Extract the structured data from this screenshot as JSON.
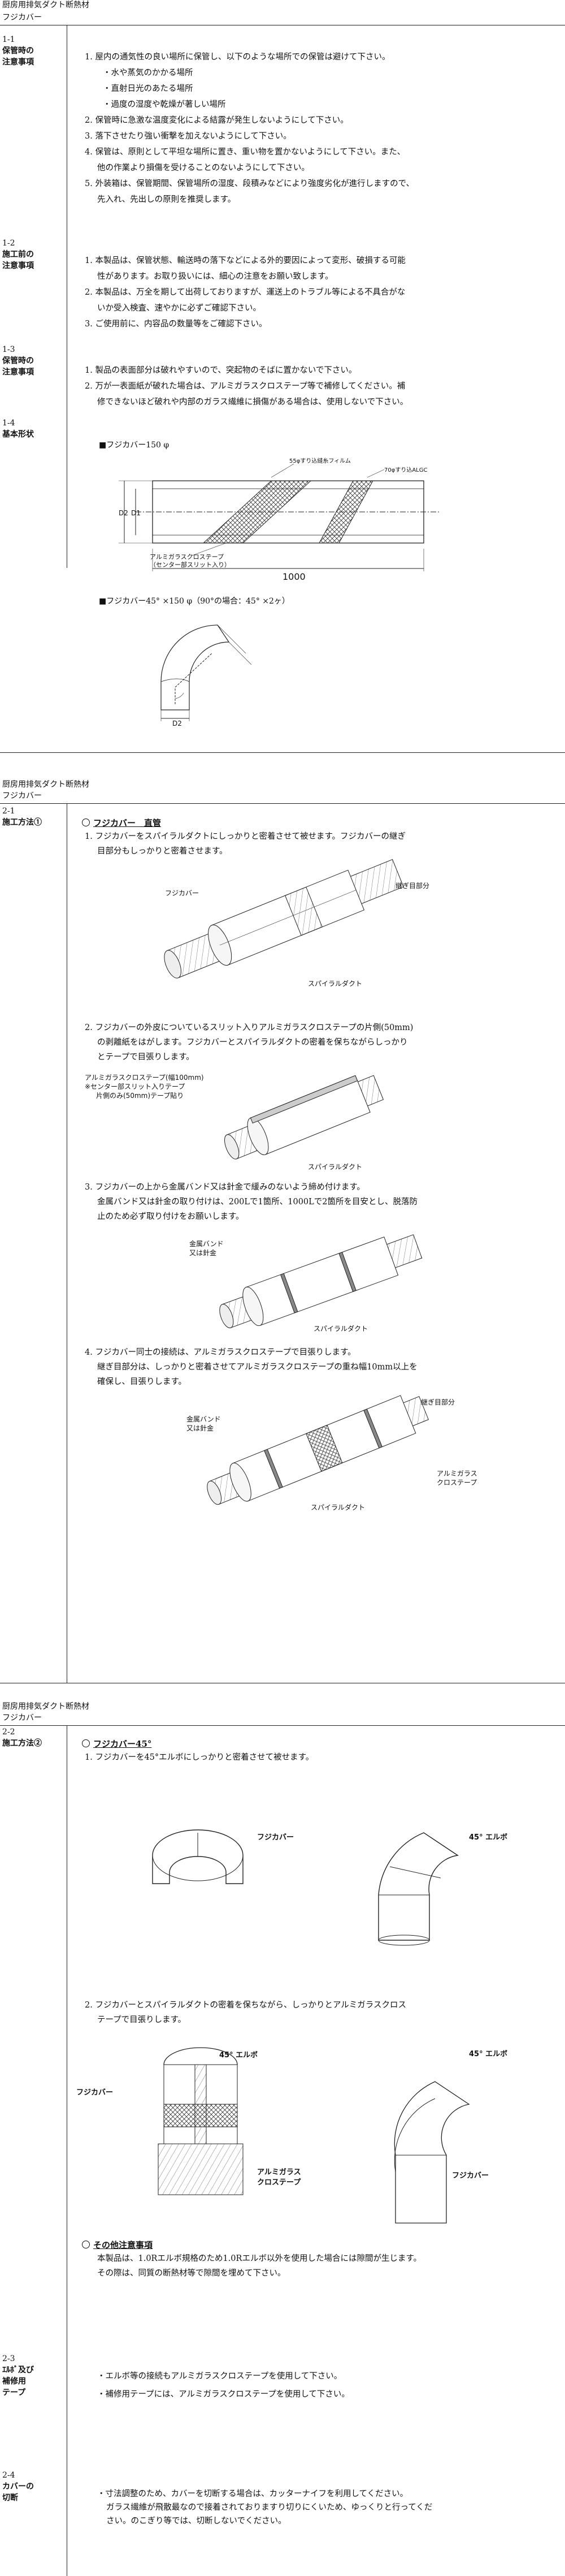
{
  "p1": {
    "title": "厨房用排気ダクト断熱材",
    "product": "フジカバー",
    "s1_num": "1-1",
    "s1_title": "保管時の\n注意事項",
    "s1_items": [
      "1. 屋内の通気性の良い場所に保管し、以下のような場所での保管は避けて下さい。",
      "2. 保管時に急激な温度変化による結露が発生しないようにして下さい。",
      "3. 落下させたり強い衝撃を加えないようにして下さい。",
      "4. 保管は、原則として平坦な場所に置き、重い物を置かないようにして下さい。また、",
      "5. 外装箱は、保管期間、保管場所の湿度、段積みなどにより強度劣化が進行しますので、"
    ],
    "s1_sub": [
      "・水や蒸気のかかる場所",
      "・直射日光のあたる場所",
      "・過度の湿度や乾燥が著しい場所"
    ],
    "s1_cont4": "他の作業より損傷を受けることのないようにして下さい。",
    "s1_cont5": "先入れ、先出しの原則を推奨します。",
    "s2_num": "1-2",
    "s2_title": "施工前の\n注意事項",
    "s2_items": [
      "1. 本製品は、保管状態、輸送時の落下などによる外的要因によって変形、破損する可能",
      "2. 本製品は、万全を期して出荷しておりますが、運送上のトラブル等による不具合がな",
      "3. ご使用前に、内容品の数量等をご確認下さい。"
    ],
    "s2_cont1": "性があります。お取り扱いには、細心の注意をお願い致します。",
    "s2_cont2": "いか受入検査、速やかに必ずご確認下さい。",
    "s3_num": "1-3",
    "s3_title": "保管時の\n注意事項",
    "s3_items": [
      "1. 製品の表面部分は破れやすいので、突起物のそばに置かないで下さい。",
      "2. 万が一表面紙が破れた場合は、アルミガラスクロステープ等で補修してください。補"
    ],
    "s3_cont2": "修できないほど破れや内部のガラス繊維に損傷がある場合は、使用しないで下さい。",
    "s4_num": "1-4",
    "s4_title": "基本形状",
    "fig1_caption": "■フジカバー150 φ",
    "fig1_top_label": "55φすり込縫糸フィルム",
    "fig1_top_label2": "70φすり込ALGC",
    "fig1_d2": "D2",
    "fig1_d1": "D1",
    "fig1_tape": "アルミガラスクロステープ",
    "fig1_tape2": "（センター部スリット入り）",
    "fig1_len": "1000",
    "fig2_caption": "■フジカバー45° ×150 φ（90°の場合：45° ×2ヶ）",
    "fig2_d2": "D2"
  },
  "p2": {
    "title": "厨房用排気ダクト断熱材",
    "product": "フジカバー",
    "s_num": "2-1",
    "s_title": "施工方法①",
    "heading": "フジカバー　直管",
    "step1a": "1. フジカバーをスパイラルダクトにしっかりと密着させて被せます。フジカバーの継ぎ",
    "step1b": "目部分もしっかりと密着させます。",
    "step1_lbl_cover": "フジカバー",
    "step1_lbl_joint": "継ぎ目部分",
    "step1_lbl_duct": "スパイラルダクト",
    "step2a": "2. フジカバーの外皮についているスリット入りアルミガラスクロステープの片側(50mm)",
    "step2b": "の剥離紙をはがします。フジカバーとスパイラルダクトの密着を保ちながらしっかり",
    "step2c": "とテープで目張りします。",
    "step2_lbl1": "アルミガラスクロステープ(幅100mm)",
    "step2_lbl2": "※センター部スリット入りテープ",
    "step2_lbl3": "片側のみ(50mm)テープ貼り",
    "step2_lbl_duct": "スパイラルダクト",
    "step3a": "3. フジカバーの上から金属バンド又は針金で緩みのないよう締め付けます。",
    "step3b": "金属バンド又は針金の取り付けは、200Lで1箇所、1000Lで2箇所を目安とし、脱落防",
    "step3c": "止のため必ず取り付けをお願いします。",
    "step3_lbl1": "金属バンド",
    "step3_lbl2": "又は針金",
    "step3_lbl_duct": "スパイラルダクト",
    "step4a": "4. フジカバー同士の接続は、アルミガラスクロステープで目張りします。",
    "step4b": "継ぎ目部分は、しっかりと密着させてアルミガラスクロステープの重ね幅10mm以上を",
    "step4c": "確保し、目張りします。",
    "step4_lbl1": "金属バンド",
    "step4_lbl2": "又は針金",
    "step4_lbl_joint": "継ぎ目部分",
    "step4_lbl_tape1": "アルミガラス",
    "step4_lbl_tape2": "クロステープ",
    "step4_lbl_duct": "スパイラルダクト"
  },
  "p3": {
    "title": "厨房用排気ダクト断熱材",
    "product": "フジカバー",
    "s_num": "2-2",
    "s_title": "施工方法②",
    "heading": "フジカバー45°",
    "step1": "1. フジカバーを45°エルボにしっかりと密着させて被せます。",
    "lbl_cover": "フジカバー",
    "lbl_elbow": "45° エルボ",
    "step2a": "2. フジカバーとスパイラルダクトの密着を保ちながら、しっかりとアルミガラスクロス",
    "step2b": "テープで目張りします。",
    "lbl2_elbow_a": "45° エルボ",
    "lbl2_elbow_b": "45° エルボ",
    "lbl2_cover_a": "フジカバー",
    "lbl2_cover_b": "フジカバー",
    "lbl2_tape1": "アルミガラス",
    "lbl2_tape2": "クロステープ",
    "other_heading": "その他注意事項",
    "other_a": "本製品は、1.0Rエルボ規格のため1.0Rエルボ以外を使用した場合には隙間が生じます。",
    "other_b": "その際は、同質の断熱材等で隙間を埋めて下さい。",
    "s3_num": "2-3",
    "s3_title": "ｴﾙﾎﾞ及び\n補修用\nテープ",
    "s3_items": [
      "・エルボ等の接続もアルミガラスクロステープを使用して下さい。",
      "・補修用テープには、アルミガラスクロステープを使用して下さい。"
    ],
    "s4_num": "2-4",
    "s4_title": "カバーの\n切断",
    "s4_a": "・寸法調整のため、カバーを切断する場合は、カッターナイフを利用してください。",
    "s4_b": "ガラス繊維が飛散最なので接着されておりますり切りにくいため、ゆっくりと行ってくだ",
    "s4_c": "さい。のこぎり等では、切断しないでください。"
  }
}
